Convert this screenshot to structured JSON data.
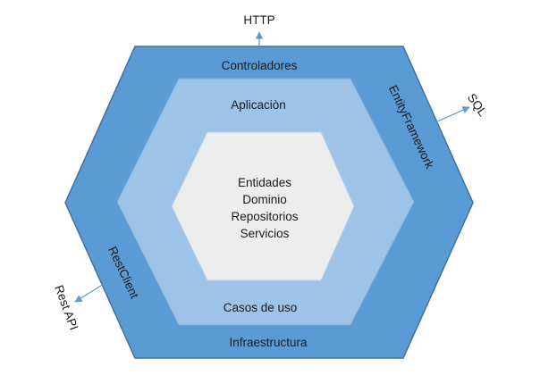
{
  "diagram": {
    "layers": {
      "outer": {
        "top_label": "Controladores",
        "bottom_label": "Infraestructura",
        "right_label": "EntityFramework",
        "left_label": "RestClient",
        "fill": "#5b9bd5",
        "stroke": "#41719c"
      },
      "middle": {
        "top_label": "Aplicaciòn",
        "bottom_label": "Casos de uso",
        "fill": "#9dc3e6",
        "stroke": "#5b9bd5"
      },
      "core": {
        "lines": [
          "Entidades",
          "Dominio",
          "Repositorios",
          "Servicios"
        ],
        "fill": "#ededed",
        "stroke": "#9dc3e6"
      }
    },
    "external": {
      "http": "HTTP",
      "sql": "SQL",
      "rest_api": "Rest API"
    },
    "arrow_color": "#5b9bd5"
  }
}
